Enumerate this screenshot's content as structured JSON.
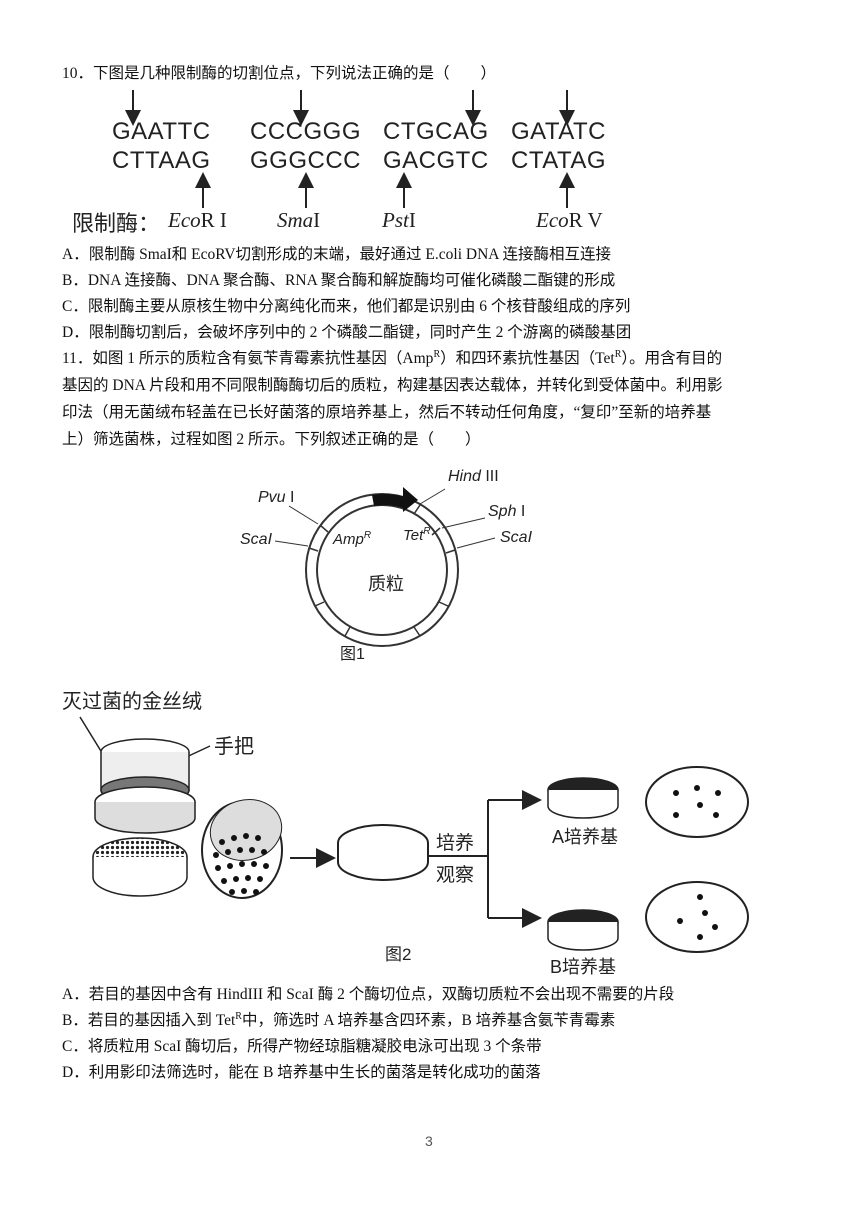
{
  "q10": {
    "stem": "10．下图是几种限制酶的切割位点，下列说法正确的是（　　）",
    "sequences": [
      {
        "top": "GAATTC",
        "bottom": "CTTAAG",
        "enzyme_italic": "Eco",
        "enzyme_rest": "R I"
      },
      {
        "top": "CCCGGG",
        "bottom": "GGGCCC",
        "enzyme_italic": "Sma",
        "enzyme_rest": "I"
      },
      {
        "top": "CTGCAG",
        "bottom": "GACGTC",
        "enzyme_italic": "Pst",
        "enzyme_rest": "I"
      },
      {
        "top": "GATATC",
        "bottom": "CTATAG",
        "enzyme_italic": "Eco",
        "enzyme_rest": "R V"
      }
    ],
    "enzyme_label": "限制酶：",
    "options": [
      "A．限制酶 SmaI和 EcoRV切割形成的末端，最好通过 E.coli DNA 连接酶相互连接",
      "B．DNA 连接酶、DNA 聚合酶、RNA 聚合酶和解旋酶均可催化磷酸二酯键的形成",
      "C．限制酶主要从原核生物中分离纯化而来，他们都是识别由 6 个核苷酸组成的序列",
      "D．限制酶切割后，会破坏序列中的 2 个磷酸二酯键，同时产生 2 个游离的磷酸基团"
    ]
  },
  "q11": {
    "stem_line1_a": "11．如图 1 所示的质粒含有氨苄青霉素抗性基因（Amp",
    "stem_line1_b": "）和四环素抗性基因（Tet",
    "stem_line1_c": "）。用含有目的",
    "sup_r": "R",
    "stem_line2": "基因的 DNA 片段和用不同限制酶酶切后的质粒，构建基因表达载体，并转化到受体菌中。利用影",
    "stem_line3": "印法（用无菌绒布轻盖在已长好菌落的原培养基上，然后不转动任何角度，“复印”至新的培养基",
    "stem_line4": "上）筛选菌株，过程如图 2 所示。下列叙述正确的是（　　）",
    "fig1": {
      "hind_italic": "Hind",
      "hind_rest": " III",
      "sph_italic": "Sph",
      "sph_rest": " I",
      "pvu_italic": "Pvu",
      "pvu_rest": " I",
      "sca_left": "ScaI",
      "sca_right": "ScaI",
      "amp": "Amp",
      "tet": "Tet",
      "sup": "R",
      "plasmid": "质粒",
      "caption": "图1"
    },
    "fig2": {
      "velvet": "灭过菌的金丝绒",
      "handle": "手把",
      "culture": "培养",
      "observe": "观察",
      "plate_a": "A培养基",
      "plate_b": "B培养基",
      "caption": "图2",
      "colonies_a": 6,
      "colonies_b": 5
    },
    "options": {
      "a": "A．若目的基因中含有 HindIII 和 ScaI 酶 2 个酶切位点，双酶切质粒不会出现不需要的片段",
      "b_a": "B．若目的基因插入到 Tet",
      "b_b": "中，筛选时 A 培养基含四环素，B 培养基含氨苄青霉素",
      "c": "C．将质粒用 ScaI 酶切后，所得产物经琼脂糖凝胶电泳可出现 3 个条带",
      "d": "D．利用影印法筛选时，能在 B 培养基中生长的菌落是转化成功的菌落"
    }
  },
  "page_number": "3"
}
